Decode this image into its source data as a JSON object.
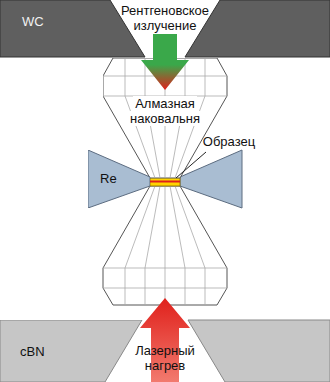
{
  "diagram": {
    "nodes": [
      {
        "text": [
          "WC"
        ]
      },
      {
        "text": [
          "Алмазная наковальня"
        ]
      },
      {
        "text": [
          "Re"
        ]
      },
      {
        "text": [
          "cBN"
        ]
      }
    ],
    "labels": [
      "Рентгеновское излучение",
      "Образец",
      "Лазерный нагрев"
    ]
  }
}
